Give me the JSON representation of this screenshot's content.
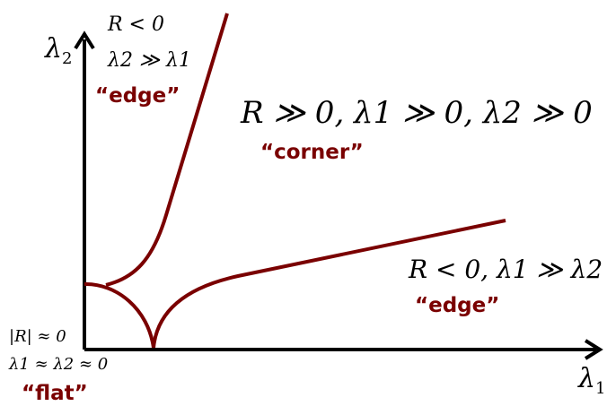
{
  "colors": {
    "axis": "#000000",
    "curve": "#7a0000",
    "label": "#7a0000",
    "background": "#ffffff"
  },
  "axes": {
    "x_label": "λ1",
    "x_label_base": "λ",
    "x_label_sub": "1",
    "y_label": "λ2",
    "y_label_base": "λ",
    "y_label_sub": "2"
  },
  "regions": {
    "edge_top": {
      "line1": "R < 0",
      "line2": "λ2 ≫ λ1",
      "label": "“edge”"
    },
    "corner": {
      "condition": "R ≫ 0, λ1 ≫ 0, λ2 ≫ 0",
      "label": "“corner”"
    },
    "edge_right": {
      "condition": "R < 0, λ1 ≫ λ2",
      "label": "“edge”"
    },
    "flat": {
      "line1": "|R| ≈ 0",
      "line2": "λ1 ≈ λ2 ≈ 0",
      "label": "“flat”"
    }
  }
}
